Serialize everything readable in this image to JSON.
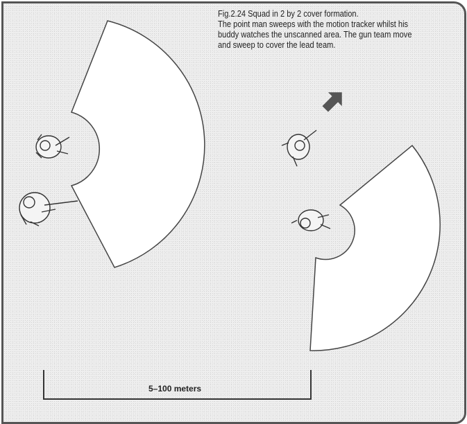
{
  "caption": {
    "title": "Fig.2.24  Squad in 2 by 2 cover formation.",
    "lines": [
      "The point man sweeps with the motion tracker whilst his",
      "buddy watches the unscanned area. The gun team move",
      "and sweep to cover the lead team."
    ]
  },
  "scale_label": "5–100 meters",
  "colors": {
    "arrow": "#555555",
    "outline": "#444444",
    "fan_fill": "#ffffff"
  }
}
